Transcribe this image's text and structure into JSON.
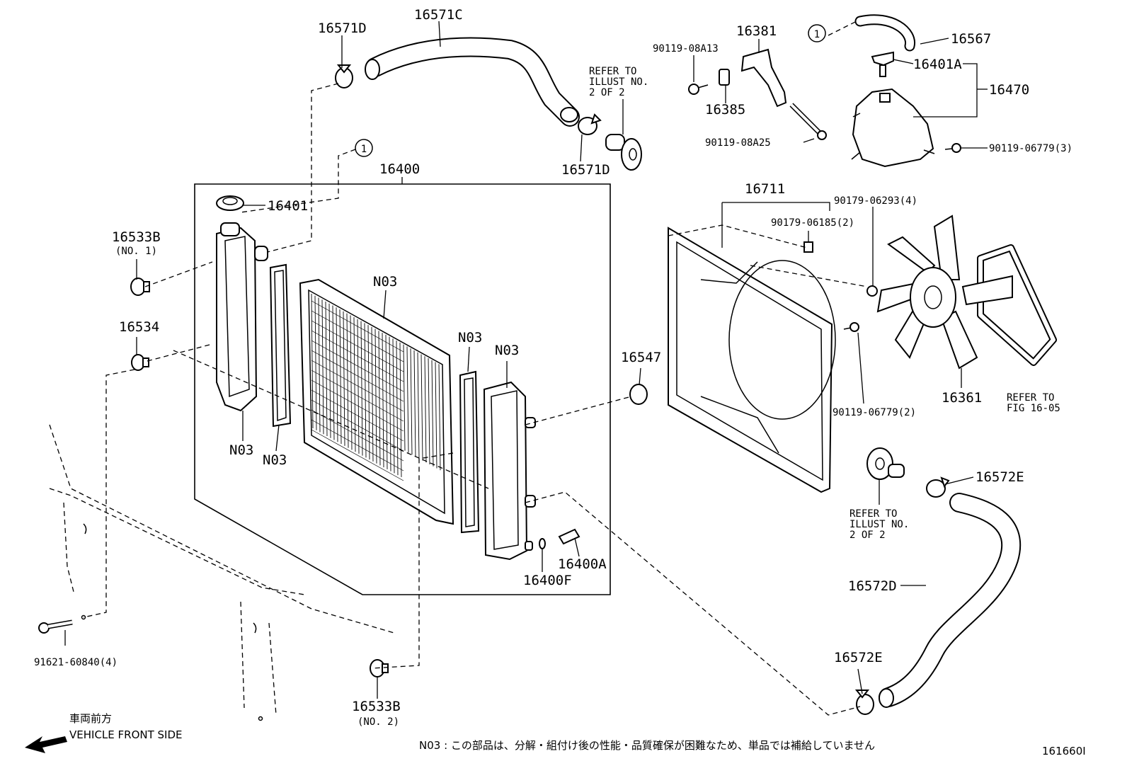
{
  "diagram": {
    "part_labels": {
      "p16571D_top": "16571D",
      "p16571C": "16571C",
      "p16571D_bot": "16571D",
      "p90119_08A13": "90119-08A13",
      "p16381": "16381",
      "p16385": "16385",
      "p90119_08A25": "90119-08A25",
      "p16567": "16567",
      "p16401A": "16401A",
      "p16470": "16470",
      "p90119_06779_3": "90119-06779(3)",
      "p16400": "16400",
      "p16401": "16401",
      "p16533B_top": "16533B",
      "p16534": "16534",
      "p16711": "16711",
      "p90179_06293": "90179-06293(4)",
      "p90179_06185": "90179-06185(2)",
      "p16547": "16547",
      "p16361": "16361",
      "p90119_06779_2": "90119-06779(2)",
      "p16572E_top": "16572E",
      "p16572D": "16572D",
      "p16572E_bot": "16572E",
      "p16400A": "16400A",
      "p16400F": "16400F",
      "p91621": "91621-60840(4)",
      "p16533B_bot": "16533B",
      "n03_a": "N03",
      "n03_b": "N03",
      "n03_c": "N03",
      "n03_d": "N03",
      "n03_e": "N03"
    },
    "sub_labels": {
      "no1": "(NO. 1)",
      "no2": "(NO. 2)"
    },
    "ref_markers": {
      "circle_1_a": "1",
      "circle_1_b": "1"
    },
    "refer_notes": {
      "illust_top": [
        "REFER TO",
        "ILLUST NO.",
        "2 OF 2"
      ],
      "illust_bottom": [
        "REFER TO",
        "ILLUST NO.",
        "2 OF 2"
      ],
      "fig": [
        "REFER TO",
        "FIG 16-05"
      ]
    },
    "front_side": {
      "jp": "車両前方",
      "en": "VEHICLE FRONT SIDE"
    },
    "footnote": "N03 : この部品は、分解・組付け後の性能・品質確保が困難なため、単品では補給していません",
    "figure_id": "161660I"
  }
}
